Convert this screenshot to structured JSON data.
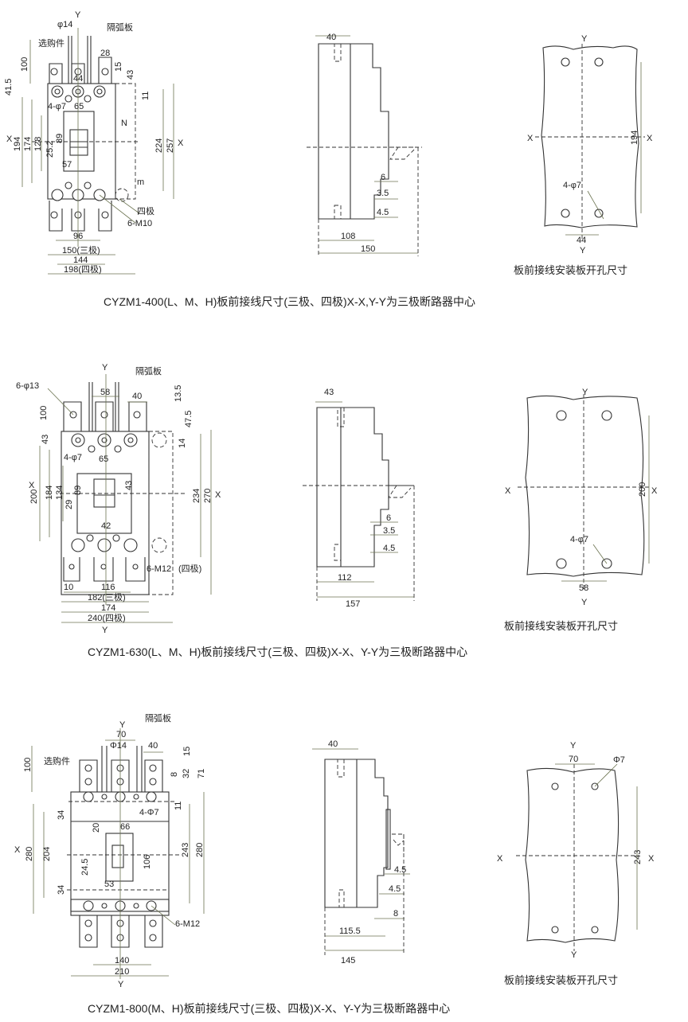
{
  "section1": {
    "front": {
      "y_axis": "Y",
      "phi14": "φ14",
      "arc_barrier": "隔弧板",
      "optional": "选购件",
      "d100": "100",
      "d28": "28",
      "d15": "15",
      "d43": "43",
      "d44": "44",
      "d41_5": "41.5",
      "holes": "4-φ7",
      "d65": "65",
      "d11": "11",
      "n": "N",
      "x_left": "X",
      "d194": "194",
      "d174": "174",
      "d128": "128",
      "d89": "89",
      "d25_2": "25.2",
      "d57": "57",
      "d224": "224",
      "d257": "257",
      "x_right": "X",
      "m": "m",
      "four_pole": "四极",
      "screws": "6-M10",
      "d96": "96",
      "d150": "150(三极)",
      "d144": "144",
      "d198": "198(四极)"
    },
    "side": {
      "d40": "40",
      "d6": "6",
      "d3_5": "3.5",
      "d4_5": "4.5",
      "d108": "108",
      "d150": "150"
    },
    "panel": {
      "y_top": "Y",
      "x_left": "X",
      "x_right": "X",
      "d194": "194",
      "holes": "4-φ7",
      "d44": "44",
      "y_bottom": "Y",
      "caption": "板前接线安装板开孔尺寸"
    },
    "caption": "CYZM1-400(L、M、H)板前接线尺寸(三极、四极)X-X,Y-Y为三极断路器中心"
  },
  "section2": {
    "front": {
      "y_top": "Y",
      "arc_barrier": "隔弧板",
      "holes13": "6-φ13",
      "d58": "58",
      "d40": "40",
      "d13_5": "13.5",
      "d100": "100",
      "d47_5": "47.5",
      "d43a": "43",
      "d14": "14",
      "holes7": "4-φ7",
      "d65": "65",
      "x_left": "X",
      "d200": "200",
      "d184": "184",
      "d134": "134",
      "d43b": "43",
      "d89": "89",
      "d29": "29",
      "d234": "234",
      "d270": "270",
      "x_right": "X",
      "d42": "42",
      "screws": "6-M12",
      "four_pole": "(四极)",
      "d10": "10",
      "d116": "116",
      "d182": "182(三极)",
      "d174": "174",
      "d240": "240(四极)",
      "y_bottom": "Y"
    },
    "side": {
      "d43": "43",
      "d6": "6",
      "d3_5": "3.5",
      "d4_5": "4.5",
      "d112": "112",
      "d157": "157"
    },
    "panel": {
      "y_top": "Y",
      "x_left": "X",
      "x_right": "X",
      "d200": "200",
      "holes": "4-φ7",
      "d58": "58",
      "y_bottom": "Y",
      "caption": "板前接线安装板开孔尺寸"
    },
    "caption": "CYZM1-630(L、M、H)板前接线尺寸(三极、四极)X-X、Y-Y为三极断路器中心"
  },
  "section3": {
    "front": {
      "y_top": "Y",
      "d70": "70",
      "arc_barrier": "隔弧板",
      "phi14": "Φ14",
      "d40": "40",
      "d15": "15",
      "d100": "100",
      "optional": "选购件",
      "d32": "32",
      "d71": "71",
      "d8": "8",
      "holes": "4-Φ7",
      "d11": "11",
      "d34a": "34",
      "d20": "20",
      "d66": "66",
      "x_left": "X",
      "d280a": "280",
      "d204": "204",
      "d243": "243",
      "d280b": "280",
      "d106": "106",
      "d24_5": "24.5",
      "d53": "53",
      "d34b": "34",
      "screws": "6-M12",
      "d140": "140",
      "d210": "210",
      "y_bottom": "Y"
    },
    "side": {
      "d40": "40",
      "d4_5a": "4.5",
      "d4_5b": "4.5",
      "d8": "8",
      "d115_5": "115.5",
      "d145": "145"
    },
    "panel": {
      "y_top": "Y",
      "d70": "70",
      "phi7": "Φ7",
      "x_left": "X",
      "x_right": "X",
      "d243": "243",
      "y_bottom": "Y",
      "caption": "板前接线安装板开孔尺寸"
    },
    "caption": "CYZM1-800(M、H)板前接线尺寸(三极、四极)X-X、Y-Y为三极断路器中心"
  }
}
